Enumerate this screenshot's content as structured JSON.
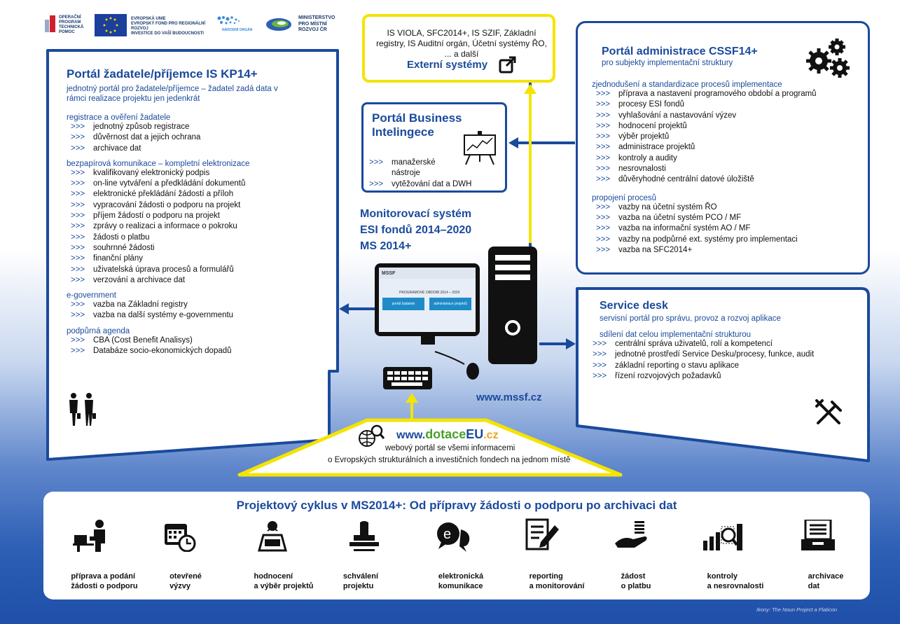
{
  "logos": {
    "op_tp": "OPERAČNÍ PROGRAM TECHNICKÁ POMOC",
    "eu": "EVROPSKÁ UNIE",
    "eu_fund": "EVROPSKÝ FOND PRO REGIONÁLNÍ ROZVOJ",
    "eu_invest": "INVESTICE DO VAŠÍ BUDOUCNOSTI",
    "nok": "NÁRODNÍ ORGÁN",
    "mmr": "MINISTERSTVO PRO MÍSTNÍ ROZVOJ ČR"
  },
  "external": {
    "systems": "IS VIOLA, SFC2014+, IS SZIF, Základní registry, IS Auditní orgán, Účetní systémy ŘO, ... a další",
    "title": "Externí systémy"
  },
  "applicant_portal": {
    "title": "Portál žadatele/příjemce IS KP14+",
    "subtitle": "jednotný portál pro žadatele/příjemce – žadatel zadá data v rámci realizace projektu jen jedenkrát",
    "sections": [
      {
        "heading": "registrace a ověření žadatele",
        "items": [
          "jednotný způsob registrace",
          "důvěrnost dat a jejich ochrana",
          "archivace dat"
        ]
      },
      {
        "heading": "bezpapírová komunikace – kompletní elektronizace",
        "items": [
          "kvalifikovaný elektronický podpis",
          "on-line vytváření a předkládání dokumentů",
          "elektronické překládání žádostí a příloh",
          "vypracování žádosti o podporu na projekt",
          "příjem žádostí o podporu na projekt",
          "zprávy o realizaci a informace o pokroku",
          "žádosti o platbu",
          "souhrnné žádosti",
          "finanční plány",
          "uživatelská úprava procesů a formulářů",
          "verzování a archivace dat"
        ]
      },
      {
        "heading": "e-government",
        "items": [
          "vazba na Základní registry",
          "vazba na další systémy e-governmentu"
        ]
      },
      {
        "heading": "podpůrná agenda",
        "items": [
          "CBA (Cost Benefit Analisys)",
          "Databáze socio-ekonomických dopadů"
        ]
      }
    ]
  },
  "bi_portal": {
    "title": "Portál Business Intelingece",
    "items": [
      "manažerské nástroje",
      "vytěžování dat a DWH"
    ]
  },
  "monitoring": {
    "title_l1": "Monitorovací systém",
    "title_l2": "ESI fondů 2014–2020",
    "title_l3": "MS 2014+",
    "url": "www.mssf.cz",
    "screen_logo": "MSSF",
    "screen_heading": "PROGRAMOVÉ OBDOBÍ 2014 – 2020",
    "screen_btn1": "portál žadatele",
    "screen_btn2": "administrace projektů"
  },
  "cssf_portal": {
    "title": "Portál administrace CSSF14+",
    "subtitle": "pro subjekty implementační struktury",
    "sections": [
      {
        "heading": "zjednodušení a standardizace procesů implementace",
        "items": [
          "příprava a nastavení programového období a programů",
          "procesy ESI fondů",
          "vyhlašování a nastavování výzev",
          "hodnocení projektů",
          "výběr projektů",
          "administrace projektů",
          "kontroly a audity",
          "nesrovnalosti",
          "důvěryhodné centrální datové úložiště"
        ]
      },
      {
        "heading": "propojení procesů",
        "items": [
          "vazby na účetní systém ŘO",
          "vazba na účetní systém PCO / MF",
          "vazba na informační systém AO / MF",
          "vazby na podpůrné ext. systémy pro implementaci",
          "vazba na SFC2014+"
        ]
      }
    ]
  },
  "service_desk": {
    "title": "Service desk",
    "subtitle": "servisní portál pro správu, provoz a rozvoj aplikace",
    "section": "sdílení dat celou implementační strukturou",
    "items": [
      "centrální správa uživatelů, rolí a kompetencí",
      "jednotné prostředí Service Desku/procesy, funkce, audit",
      "základní reporting o stavu aplikace",
      "řízení rozvojových požadavků"
    ]
  },
  "dotace": {
    "url_prefix": "www.",
    "url_main": "dotace",
    "url_eu": "EU",
    "url_suffix": ".cz",
    "line1": "webový portál se všemi informacemi",
    "line2": "o Evropských strukturálních a investičních fondech na jednom místě"
  },
  "cycle": {
    "title": "Projektový cyklus v MS2014+: Od přípravy žádosti o podporu po archivaci dat",
    "steps": [
      {
        "icon": "laptop-user-icon",
        "l1": "příprava a podání",
        "l2": "žádosti o podporu"
      },
      {
        "icon": "calendar-clock-icon",
        "l1": "otevřené",
        "l2": "výzvy"
      },
      {
        "icon": "evaluation-icon",
        "l1": "hodnocení",
        "l2": "a výběr projektů"
      },
      {
        "icon": "stamp-icon",
        "l1": "schválení",
        "l2": "projektu"
      },
      {
        "icon": "chat-icon",
        "l1": "elektronická",
        "l2": "komunikace"
      },
      {
        "icon": "report-icon",
        "l1": "reporting",
        "l2": "a monitorování"
      },
      {
        "icon": "payment-hand-icon",
        "l1": "žádost",
        "l2": "o platbu"
      },
      {
        "icon": "audit-chart-icon",
        "l1": "kontroly",
        "l2": "a nesrovnalosti"
      },
      {
        "icon": "archive-icon",
        "l1": "archivace",
        "l2": "dat"
      }
    ]
  },
  "credits": "Ikony: The Noun Project a Flaticon",
  "colors": {
    "primary": "#1a4a9c",
    "accent_yellow": "#f4e400",
    "green": "#4aa02c",
    "orange": "#f0a31c"
  }
}
